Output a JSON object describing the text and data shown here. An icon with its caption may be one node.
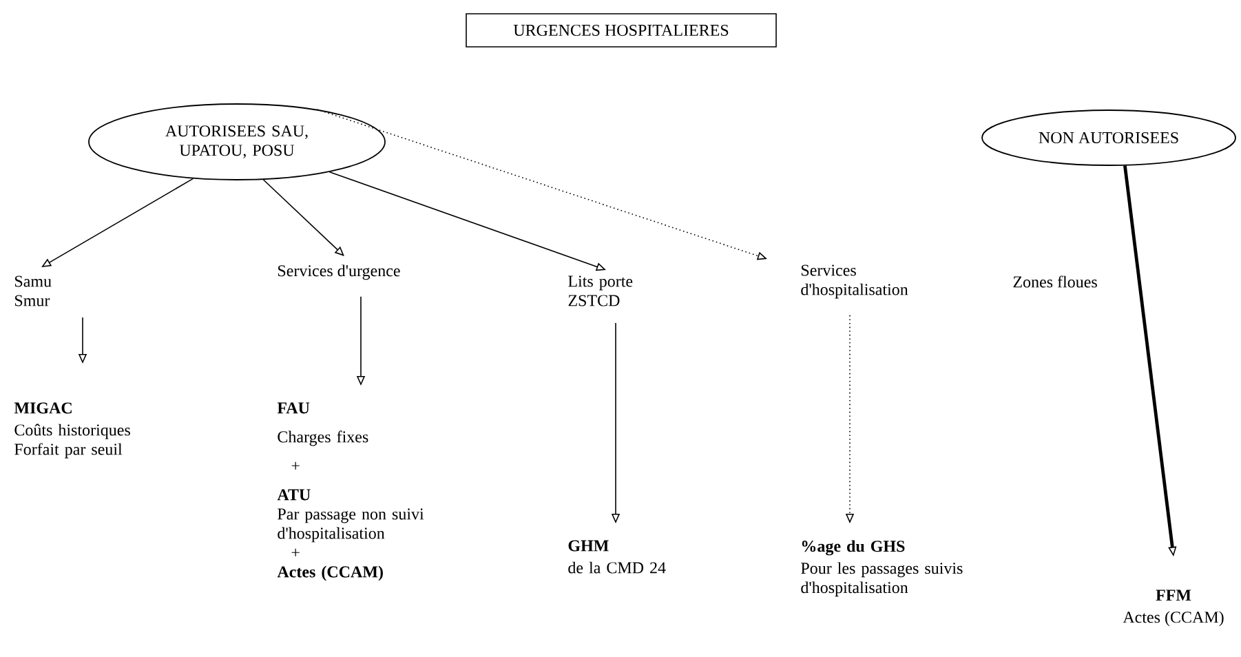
{
  "diagram": {
    "nodes": [
      {
        "text": [
          "URGENCES HOSPITALIERES"
        ]
      },
      {
        "text": [
          "AUTORISEES SAU, UPATOU, POSU"
        ]
      },
      {
        "text": [
          "NON AUTORISEES"
        ]
      },
      {
        "text": [
          "Samu Smur"
        ]
      },
      {
        "text": [
          "Services d'urgence"
        ]
      },
      {
        "text": [
          "Lits porte ZSTCD"
        ]
      },
      {
        "text": [
          "Services d'hospitalisation"
        ]
      },
      {
        "text": [
          "Zones floues"
        ]
      },
      {
        "text": [
          "MIGAC",
          "Coûts historiques Forfait par seuil"
        ]
      },
      {
        "text": [
          "FAU",
          "Charges fixes",
          "+",
          "ATU",
          "Par passage non suivi d'hospitalisation",
          "+",
          "Actes (CCAM)"
        ]
      },
      {
        "text": [
          "GHM",
          "de la CMD 24"
        ]
      },
      {
        "text": [
          "%age du GHS",
          "Pour les passages suivis d'hospitalisation"
        ]
      },
      {
        "text": [
          "FFM",
          "Actes (CCAM)"
        ]
      }
    ],
    "edges": [
      {
        "from": 1,
        "to": 3,
        "arrow": "to"
      },
      {
        "from": 1,
        "to": 4,
        "arrow": "to"
      },
      {
        "from": 1,
        "to": 5,
        "arrow": "to"
      },
      {
        "from": 1,
        "to": 6,
        "arrow": "to",
        "style": "dashed"
      },
      {
        "from": 3,
        "to": 8,
        "arrow": "to"
      },
      {
        "from": 4,
        "to": 9,
        "arrow": "to"
      },
      {
        "from": 5,
        "to": 10,
        "arrow": "to"
      },
      {
        "from": 6,
        "to": 11,
        "arrow": "to",
        "style": "dashed"
      },
      {
        "from": 2,
        "to": 12,
        "arrow": "to",
        "style": "thick"
      }
    ]
  }
}
